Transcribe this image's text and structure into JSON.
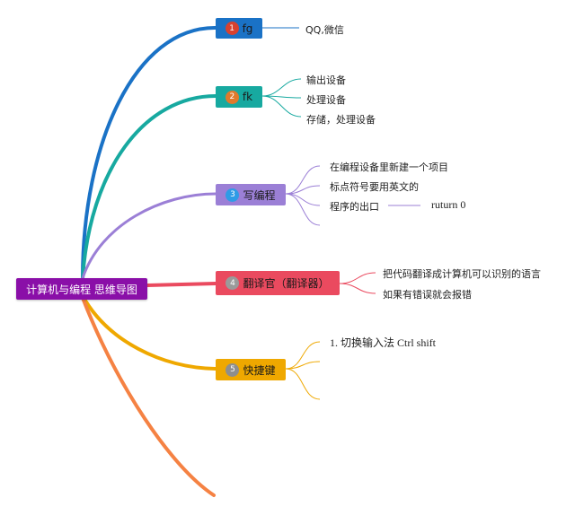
{
  "colors": {
    "branch_blue": "#1a72c6",
    "branch_teal": "#17a9a0",
    "branch_purple": "#9b7fd6",
    "branch_red": "#ea4a5f",
    "branch_yellow": "#efa800",
    "branch_orange": "#f58243",
    "root_bg": "#8a0fa8"
  },
  "root": {
    "label": "计算机与编程 思维导图"
  },
  "branches": [
    {
      "number": "1",
      "label": "fg",
      "leaves": [
        "QQ,微信"
      ]
    },
    {
      "number": "2",
      "label": "fk",
      "leaves": [
        "输出设备",
        "处理设备",
        "存储，处理设备"
      ]
    },
    {
      "number": "3",
      "label": "写编程",
      "leaves": [
        "在编程设备里新建一个项目",
        "标点符号要用英文的",
        "程序的出口",
        ""
      ],
      "sub_leaf": "ruturn 0"
    },
    {
      "number": "4",
      "label": "翻译官（翻译器）",
      "leaves": [
        "把代码翻译成计算机可以识别的语言",
        "如果有错误就会报错"
      ]
    },
    {
      "number": "5",
      "label": "快捷键",
      "leaves": [
        "1. 切换输入法 Ctrl shift",
        "",
        ""
      ]
    }
  ]
}
